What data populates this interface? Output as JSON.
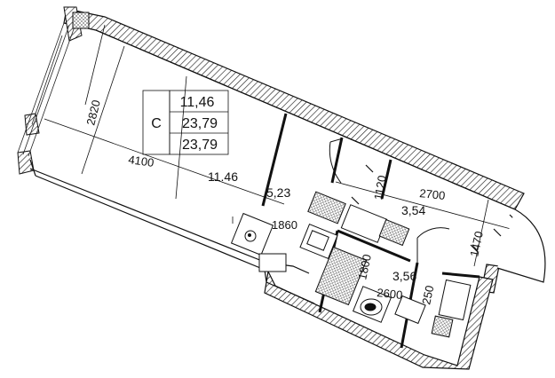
{
  "summary": {
    "living_area": "11,46",
    "type_letter": "С",
    "total_area": "23,79",
    "total_area_repeat": "23,79"
  },
  "rooms": {
    "main_room_area": "11.46",
    "kitchen_area": "5,23",
    "hall_area": "3,54",
    "bathroom_area": "3,56"
  },
  "dimensions": {
    "room_depth": "2820",
    "room_length": "4100",
    "kitchen_run": "1860",
    "entry_width": "1120",
    "hall_length": "2700",
    "hall_width": "1470",
    "bath_width": "1800",
    "bath_length": "2600",
    "bath_small": "250"
  }
}
